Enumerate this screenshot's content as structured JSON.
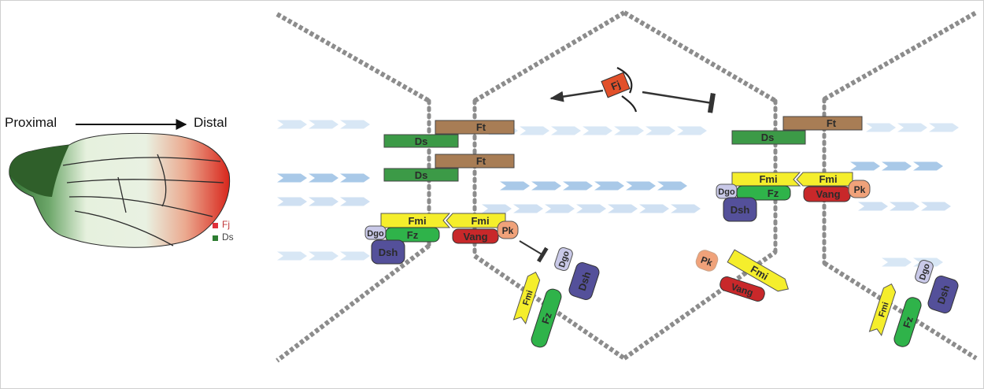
{
  "axis": {
    "proximal": "Proximal",
    "distal": "Distal"
  },
  "legend": [
    {
      "label": "Fj",
      "color": "#e0303a"
    },
    {
      "label": "Ds",
      "color": "#2e7d32"
    }
  ],
  "proteins": {
    "ft": "Ft",
    "ds": "Ds",
    "fmi": "Fmi",
    "fz": "Fz",
    "vang": "Vang",
    "pk": "Pk",
    "dgo": "Dgo",
    "dsh": "Dsh",
    "fj": "Fj"
  },
  "colors": {
    "ft": "#a87d55",
    "ds": "#3c9a47",
    "fmi": "#f5ee2c",
    "fz": "#2fb34a",
    "vang": "#c8282a",
    "pk": "#f0a27a",
    "dgo": "#c9c9e8",
    "dsh": "#54509a",
    "fj": "#e2502a",
    "membrane": "#8c8c8c",
    "arrow_row": "#cfe2f3"
  }
}
